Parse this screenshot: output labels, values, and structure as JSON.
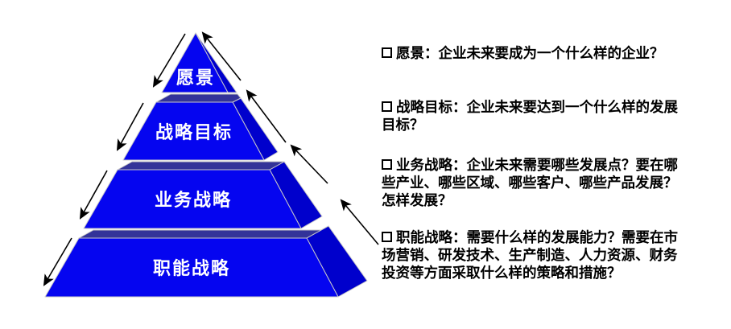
{
  "pyramid": {
    "levels": [
      {
        "label": "愿景"
      },
      {
        "label": "战略目标"
      },
      {
        "label": "业务战略"
      },
      {
        "label": "职能战略"
      }
    ],
    "colors": {
      "front_face": "#0505f0",
      "side_face": "#0000cc",
      "top_face": "#333399",
      "label": "#ffffff",
      "outline": "#c8c8c8",
      "arrow": "#000000"
    }
  },
  "notes": {
    "items": [
      {
        "id": "vision",
        "text": "愿景：企业未来要成为一个什么样的企业？"
      },
      {
        "id": "strategic-goal",
        "text": "战略目标：企业未来要达到一个什么样的发展\n目标？"
      },
      {
        "id": "business-strategy",
        "text": "业务战略：企业未来需要哪些发展点？要在哪\n些产业、哪些区域、哪些客户、哪些产品发展？\n怎样发展？"
      },
      {
        "id": "functional-strategy",
        "text": "职能战略：需要什么样的发展能力？需要在市\n场营销、研发技术、生产制造、人力资源、财务\n投资等方面采取什么样的策略和措施？"
      }
    ]
  }
}
